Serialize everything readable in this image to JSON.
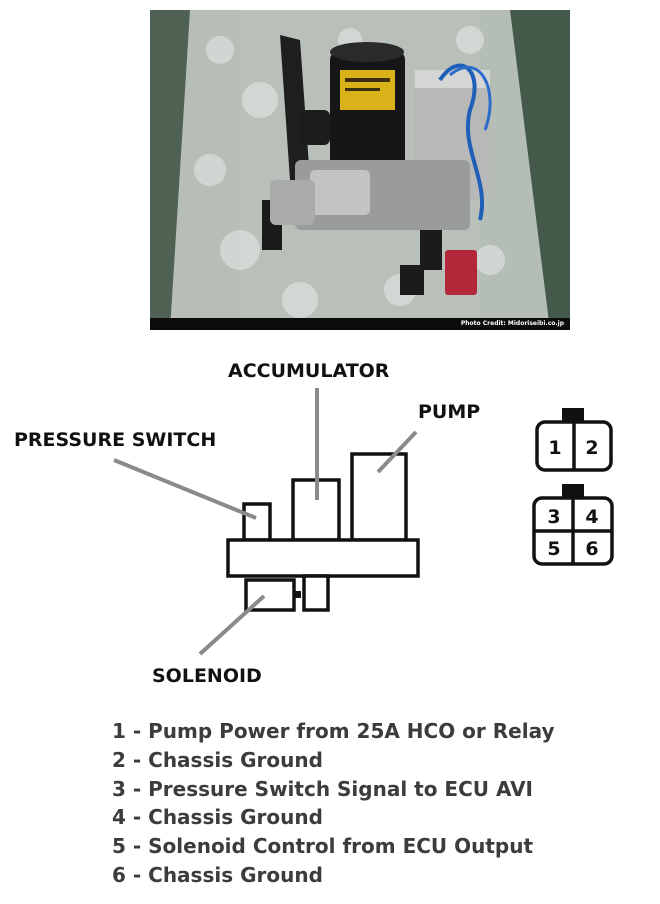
{
  "photo": {
    "credit": "Photo Credit: Midoriseibi.co.jp"
  },
  "diagram": {
    "labels": {
      "accumulator": "ACCUMULATOR",
      "pump": "PUMP",
      "pressure_switch": "PRESSURE SWITCH",
      "solenoid": "SOLENOID"
    },
    "connector_2pin": [
      "1",
      "2"
    ],
    "connector_6pin": [
      "3",
      "4",
      "5",
      "6"
    ]
  },
  "legend": [
    "1 - Pump Power from 25A HCO or Relay",
    "2 - Chassis Ground",
    "3 - Pressure Switch Signal to ECU AVI",
    "4 - Chassis Ground",
    "5 - Solenoid Control from ECU Output",
    "6 - Chassis Ground"
  ]
}
